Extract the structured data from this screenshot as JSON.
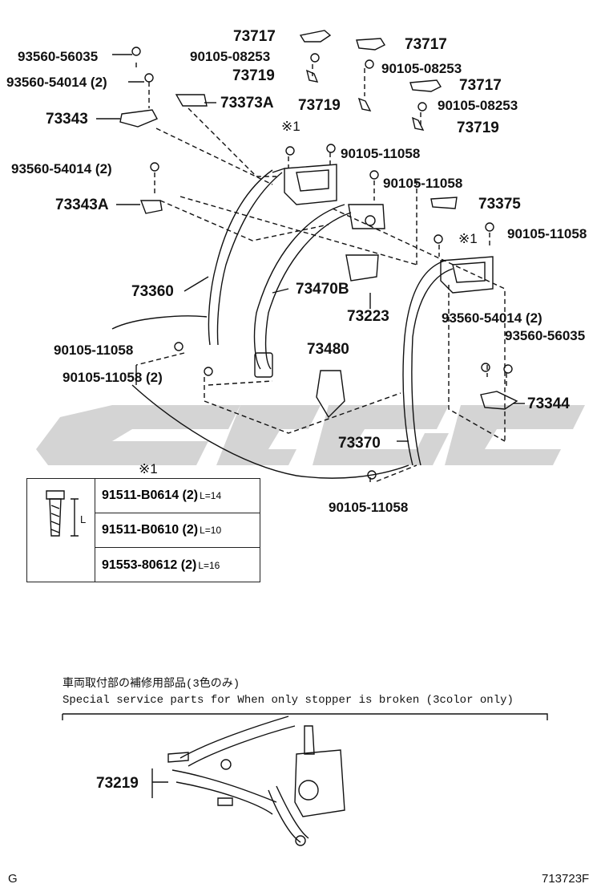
{
  "labels": {
    "l73717a": "73717",
    "l73717b": "73717",
    "l73717c": "73717",
    "l93560_56035a": "93560-56035",
    "l90105_08253a": "90105-08253",
    "l90105_08253b": "90105-08253",
    "l90105_08253c": "90105-08253",
    "l93560_54014a": "93560-54014 (2)",
    "l73719a": "73719",
    "l73719b": "73719",
    "l73719c": "73719",
    "l73343": "73343",
    "l73373A": "73373A",
    "lx1a": "※1",
    "l90105_11058a": "90105-11058",
    "l93560_54014b": "93560-54014 (2)",
    "l90105_11058b": "90105-11058",
    "l73343A": "73343A",
    "l73375": "73375",
    "lx1b": "※1",
    "l90105_11058c": "90105-11058",
    "l73360": "73360",
    "l73470B": "73470B",
    "l73223": "73223",
    "l93560_54014c": "93560-54014 (2)",
    "l93560_56035b": "93560-56035",
    "l73480": "73480",
    "l90105_11058d": "90105-11058",
    "l90105_11058e": "90105-11058 (2)",
    "l73344": "73344",
    "l73370": "73370",
    "lx1c": "※1",
    "l90105_11058f": "90105-11058",
    "l73219": "73219",
    "jp_caption": "車両取付部の補修用部品(3色のみ)",
    "en_caption": "Special  service  parts  for  When  only  stopper  is  broken  (3color  only)",
    "footer_left": "G",
    "footer_right": "713723F"
  },
  "bolt_table": {
    "dimension_label": "L",
    "rows": [
      {
        "part": "91511-B0614 (2)",
        "length": "L=14"
      },
      {
        "part": "91511-B0610 (2)",
        "length": "L=10"
      },
      {
        "part": "91553-80612 (2)",
        "length": "L=16"
      }
    ]
  },
  "watermark_color": "#c8c8c8"
}
